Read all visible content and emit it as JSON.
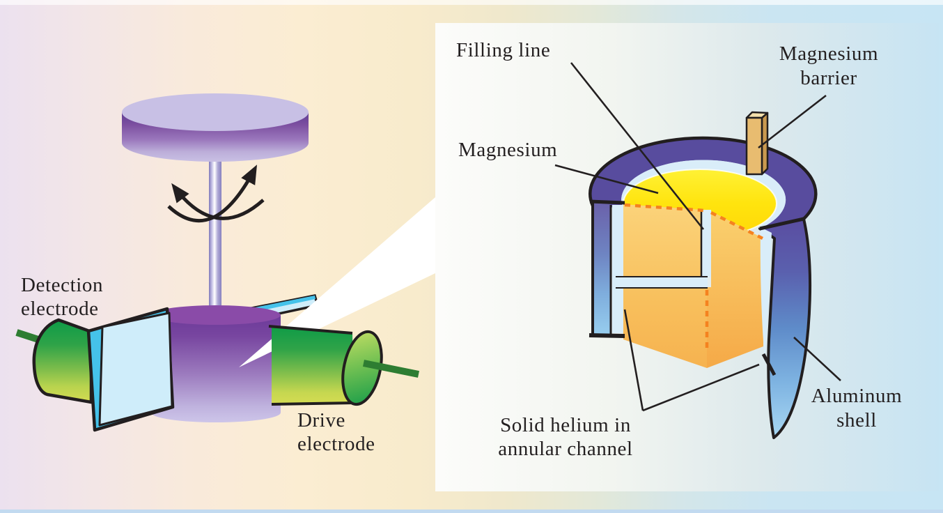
{
  "figure": {
    "description": "torsional-oscillator-cell-cutaway-diagram",
    "labels": {
      "detection_electrode": [
        "Detection",
        "electrode"
      ],
      "drive_electrode": [
        "Drive",
        "electrode"
      ],
      "filling_line": "Filling line",
      "magnesium": "Magnesium",
      "magnesium_barrier": [
        "Magnesium",
        "barrier"
      ],
      "aluminum_shell": [
        "Aluminum",
        "shell"
      ],
      "solid_helium": [
        "Solid helium in",
        "annular channel"
      ]
    },
    "colors": {
      "rotor_purple": "#6C3A99",
      "electrode_green": "#1F9C48",
      "electrode_axis_green": "#2E7D32",
      "capacitor_plate_blue": "#CFEDFA",
      "capacitor_plate_edge_cyan": "#45C2EA",
      "aluminum_shell_purple": "#584C9E",
      "aluminum_shell_blue": "#7FB4E2",
      "magnesium_yellow": "#FFE40E",
      "magnesium_cut_orange": "#F8BF5C",
      "helium_channel_blue": "#D9EDF9",
      "barrier_tan": "#E8BC70",
      "dashed_edge_orange": "#F5821F",
      "background_left": "#ECE1EF",
      "background_center": "#FBEDD2",
      "background_right": "#C7E5F4"
    }
  }
}
